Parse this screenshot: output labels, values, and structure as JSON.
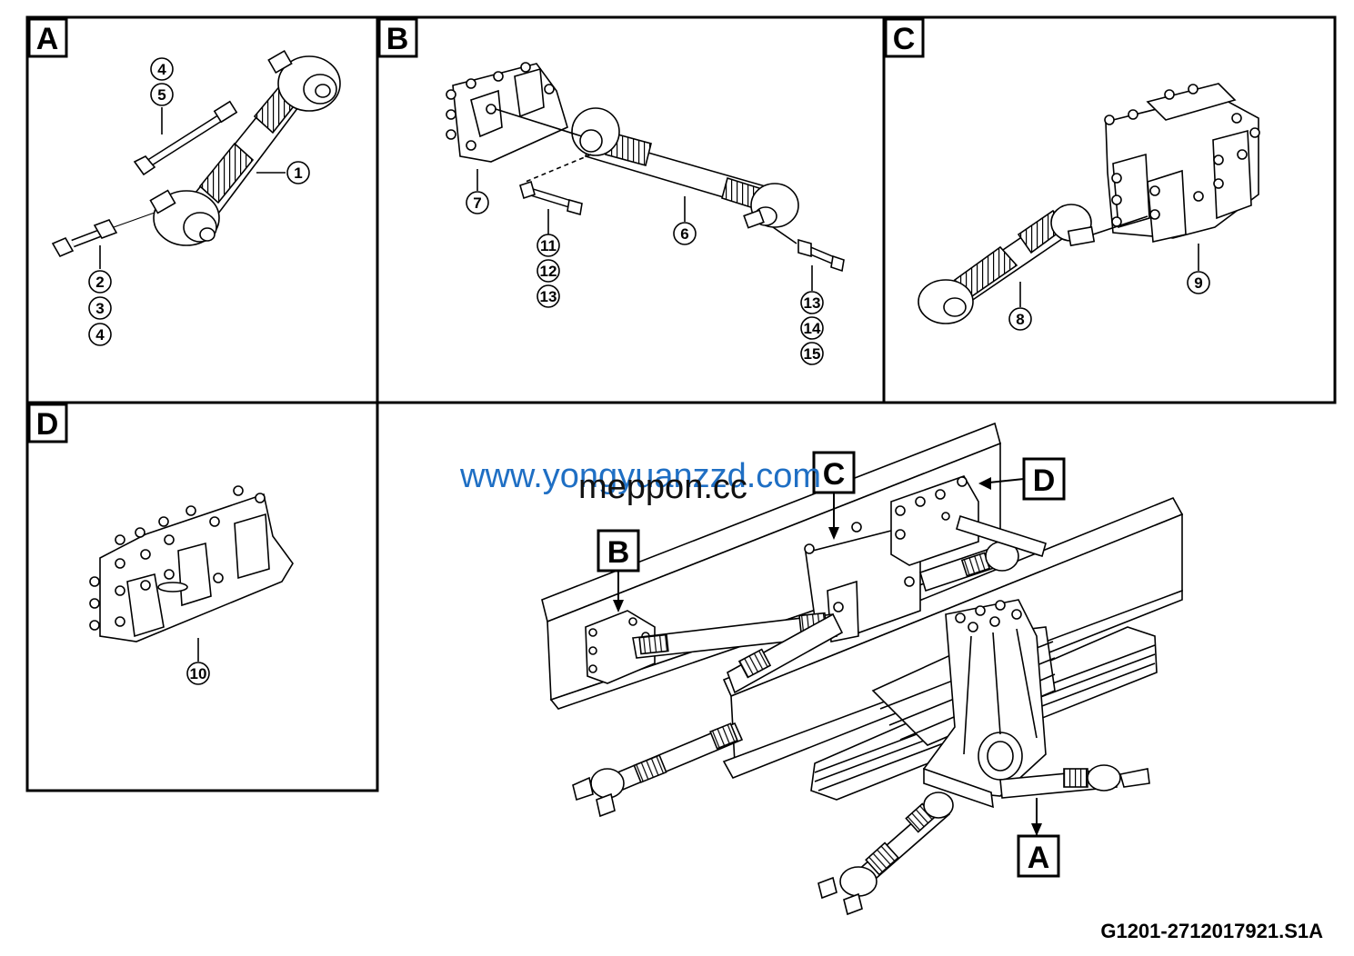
{
  "panels": {
    "a": {
      "label": "A"
    },
    "b": {
      "label": "B"
    },
    "c": {
      "label": "C"
    },
    "d": {
      "label": "D"
    }
  },
  "callouts": {
    "a": [
      "4",
      "5",
      "1",
      "2",
      "3",
      "4"
    ],
    "b": [
      "7",
      "6",
      "11",
      "12",
      "13",
      "13",
      "14",
      "15"
    ],
    "c": [
      "9",
      "8"
    ],
    "d": [
      "10"
    ]
  },
  "assembly_labels": {
    "a": "A",
    "b": "B",
    "c": "C",
    "d": "D"
  },
  "watermarks": {
    "primary": "www.yongyuanzzd.com",
    "secondary": "meppon.cc",
    "primary_color": "#1f6fc4",
    "secondary_color": "#111111"
  },
  "drawing_id": "G1201-2712017921.S1A"
}
